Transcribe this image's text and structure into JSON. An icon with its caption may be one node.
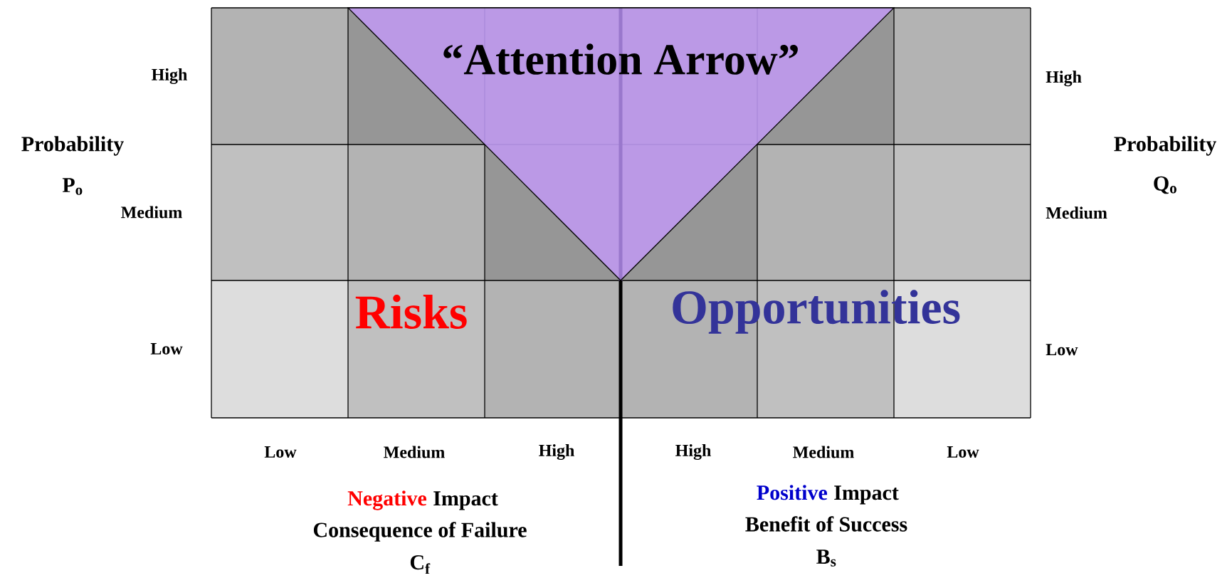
{
  "diagram": {
    "nodes": [
      {
        "text": [
          "“Attention Arrow”"
        ]
      }
    ],
    "labels": [
      "High",
      "High",
      "Probability",
      "Probability",
      "P$_{o}$",
      "Q$_{o}$",
      "Medium",
      "Medium",
      "Risks",
      "Opportunities",
      "Low",
      "Low",
      "Low",
      "Medium",
      "High",
      "High",
      "Medium",
      "Low",
      "Negative",
      "Impact",
      "Positive",
      "Impact",
      "Consequence of Failure",
      "Benefit of Success",
      "C$_{f}$",
      "B$_{s}$"
    ]
  }
}
